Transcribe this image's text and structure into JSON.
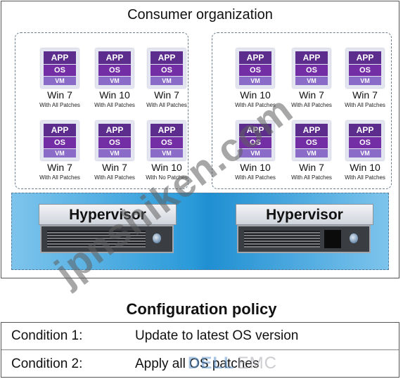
{
  "organization": {
    "title": "Consumer organization"
  },
  "vm_layers": {
    "app": "APP",
    "os": "OS",
    "vm": "VM"
  },
  "vm_groups": [
    {
      "vms": [
        {
          "name": "Win 7",
          "patches": "With All Patches"
        },
        {
          "name": "Win 10",
          "patches": "With All Patches"
        },
        {
          "name": "Win 7",
          "patches": "With All Patches"
        },
        {
          "name": "Win 7",
          "patches": "With All Patches"
        },
        {
          "name": "Win 7",
          "patches": "With All Patches"
        },
        {
          "name": "Win 10",
          "patches": "With No Patches"
        }
      ]
    },
    {
      "vms": [
        {
          "name": "Win 10",
          "patches": "With All Patches"
        },
        {
          "name": "Win 7",
          "patches": "With All Patches"
        },
        {
          "name": "Win 7",
          "patches": "With All Patches"
        },
        {
          "name": "Win 10",
          "patches": "With All Patches"
        },
        {
          "name": "Win 7",
          "patches": "With All Patches"
        },
        {
          "name": "Win 10",
          "patches": "With All Patches"
        }
      ]
    }
  ],
  "hypervisors": [
    {
      "label": "Hypervisor"
    },
    {
      "label": "Hypervisor"
    }
  ],
  "policy": {
    "title": "Configuration policy",
    "conditions": [
      {
        "label": "Condition 1:",
        "text": "Update to latest OS version"
      },
      {
        "label": "Condition 2:",
        "text": "Apply all OS patches"
      }
    ]
  },
  "watermark": "jpnshiken.com",
  "brand": {
    "dell": "DELL",
    "emc": "EMC"
  },
  "colors": {
    "app_band": "#5d2d8e",
    "os_band": "#742ea5",
    "vm_band": "#8a6bc8",
    "hypervisor_zone": "#2a9ad9"
  }
}
